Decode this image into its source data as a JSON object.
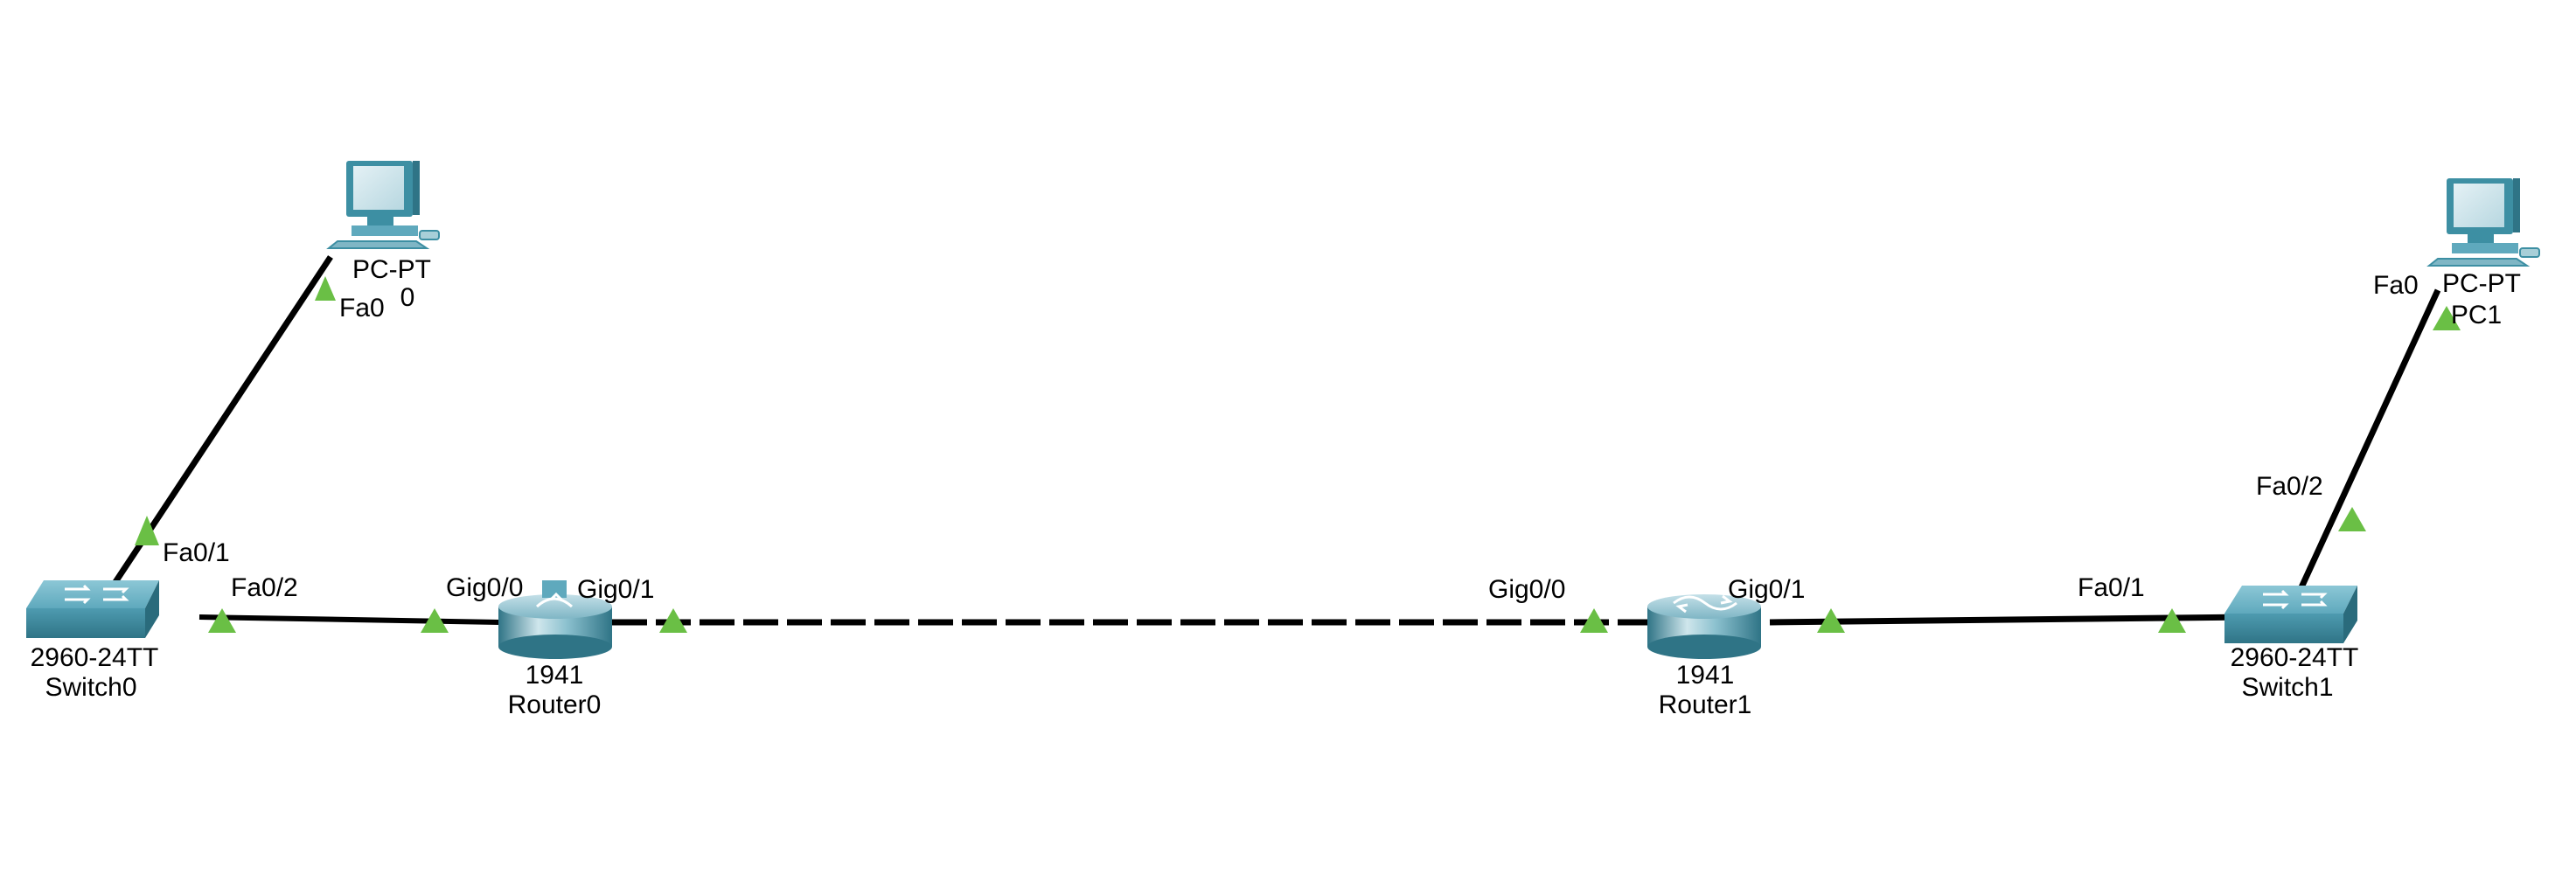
{
  "colors": {
    "background": "#ffffff",
    "link": "#000000",
    "port_indicator": "#6abf45",
    "device_teal": "#3d8fa3",
    "device_light": "#a8cfd8"
  },
  "devices": {
    "pc0": {
      "model": "PC-PT",
      "name": "0",
      "icon": "pc-icon"
    },
    "pc1": {
      "model": "PC-PT",
      "name": "PC1",
      "icon": "pc-icon"
    },
    "switch0": {
      "model": "2960-24TT",
      "name": "Switch0",
      "icon": "switch-icon"
    },
    "switch1": {
      "model": "2960-24TT",
      "name": "Switch1",
      "icon": "switch-icon"
    },
    "router0": {
      "model": "1941",
      "name": "Router0",
      "icon": "router-icon"
    },
    "router1": {
      "model": "1941",
      "name": "Router1",
      "icon": "router-icon"
    }
  },
  "links": [
    {
      "id": "pc0-switch0",
      "from": "pc0",
      "from_port": "Fa0",
      "to": "switch0",
      "to_port": "Fa0/1",
      "style": "solid",
      "status": "up"
    },
    {
      "id": "switch0-router0",
      "from": "switch0",
      "from_port": "Fa0/2",
      "to": "router0",
      "to_port": "Gig0/0",
      "style": "solid",
      "status": "up"
    },
    {
      "id": "router0-router1",
      "from": "router0",
      "from_port": "Gig0/1",
      "to": "router1",
      "to_port": "Gig0/0",
      "style": "dashed",
      "status": "up"
    },
    {
      "id": "router1-switch1",
      "from": "router1",
      "from_port": "Gig0/1",
      "to": "switch1",
      "to_port": "Fa0/1",
      "style": "solid",
      "status": "up"
    },
    {
      "id": "switch1-pc1",
      "from": "switch1",
      "from_port": "Fa0/2",
      "to": "pc1",
      "to_port": "Fa0",
      "style": "solid",
      "status": "up"
    }
  ]
}
